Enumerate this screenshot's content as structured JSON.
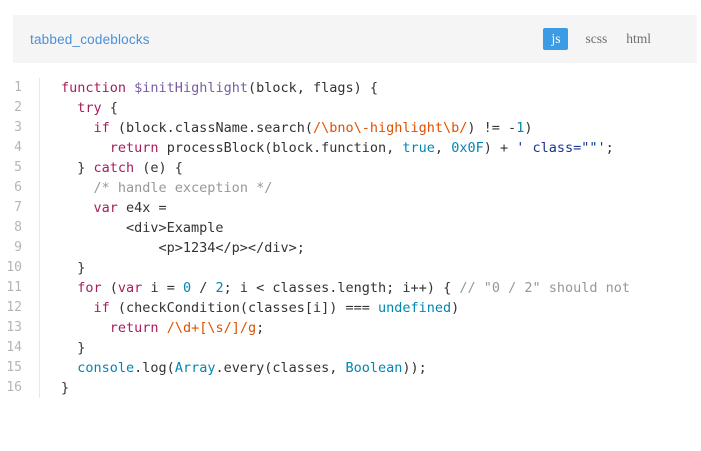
{
  "header": {
    "title": "tabbed_codeblocks",
    "tabs": [
      {
        "label": "js",
        "active": true
      },
      {
        "label": "scss",
        "active": false
      },
      {
        "label": "html",
        "active": false
      }
    ]
  },
  "colors": {
    "header_bg": "#f5f5f5",
    "title_text": "#4a90d9",
    "tab_active_bg": "#3b9ce5",
    "tab_active_text": "#ffffff",
    "tab_inactive_text": "#6e6e6e",
    "line_number": "#b5b5b5",
    "gutter_border": "#e8e8e8",
    "default_text": "#333333",
    "keyword": "#a71d5d",
    "function_title": "#795da3",
    "string": "#183691",
    "regexp": "#df5000",
    "number": "#0086b3",
    "comment": "#969896",
    "background": "#ffffff"
  },
  "code": {
    "language": "js",
    "lines": [
      {
        "n": 1,
        "tokens": [
          {
            "c": "kw",
            "t": "function"
          },
          {
            "c": "pl",
            "t": " "
          },
          {
            "c": "fn",
            "t": "$initHighlight"
          },
          {
            "c": "pl",
            "t": "(block, flags) {"
          }
        ]
      },
      {
        "n": 2,
        "tokens": [
          {
            "c": "pl",
            "t": "  "
          },
          {
            "c": "kw",
            "t": "try"
          },
          {
            "c": "pl",
            "t": " {"
          }
        ]
      },
      {
        "n": 3,
        "tokens": [
          {
            "c": "pl",
            "t": "    "
          },
          {
            "c": "kw",
            "t": "if"
          },
          {
            "c": "pl",
            "t": " (block.className.search("
          },
          {
            "c": "re",
            "t": "/\\bno\\-highlight\\b/"
          },
          {
            "c": "pl",
            "t": ") != -"
          },
          {
            "c": "num",
            "t": "1"
          },
          {
            "c": "pl",
            "t": ")"
          }
        ]
      },
      {
        "n": 4,
        "tokens": [
          {
            "c": "pl",
            "t": "      "
          },
          {
            "c": "kw",
            "t": "return"
          },
          {
            "c": "pl",
            "t": " processBlock(block.function, "
          },
          {
            "c": "lit",
            "t": "true"
          },
          {
            "c": "pl",
            "t": ", "
          },
          {
            "c": "num",
            "t": "0x0F"
          },
          {
            "c": "pl",
            "t": ") + "
          },
          {
            "c": "str",
            "t": "' class=\"\"'"
          },
          {
            "c": "pl",
            "t": ";"
          }
        ]
      },
      {
        "n": 5,
        "tokens": [
          {
            "c": "pl",
            "t": "  } "
          },
          {
            "c": "kw",
            "t": "catch"
          },
          {
            "c": "pl",
            "t": " (e) {"
          }
        ]
      },
      {
        "n": 6,
        "tokens": [
          {
            "c": "pl",
            "t": "    "
          },
          {
            "c": "cm",
            "t": "/* handle exception */"
          }
        ]
      },
      {
        "n": 7,
        "tokens": [
          {
            "c": "pl",
            "t": "    "
          },
          {
            "c": "kw",
            "t": "var"
          },
          {
            "c": "pl",
            "t": " e4x ="
          }
        ]
      },
      {
        "n": 8,
        "tokens": [
          {
            "c": "pl",
            "t": "        <div>Example"
          }
        ]
      },
      {
        "n": 9,
        "tokens": [
          {
            "c": "pl",
            "t": "            <p>1234</p></div>;"
          }
        ]
      },
      {
        "n": 10,
        "tokens": [
          {
            "c": "pl",
            "t": "  }"
          }
        ]
      },
      {
        "n": 11,
        "tokens": [
          {
            "c": "pl",
            "t": "  "
          },
          {
            "c": "kw",
            "t": "for"
          },
          {
            "c": "pl",
            "t": " ("
          },
          {
            "c": "kw",
            "t": "var"
          },
          {
            "c": "pl",
            "t": " i = "
          },
          {
            "c": "num",
            "t": "0"
          },
          {
            "c": "pl",
            "t": " / "
          },
          {
            "c": "num",
            "t": "2"
          },
          {
            "c": "pl",
            "t": "; i < classes.length; i++) { "
          },
          {
            "c": "cm",
            "t": "// \"0 / 2\" should not"
          }
        ]
      },
      {
        "n": 12,
        "tokens": [
          {
            "c": "pl",
            "t": "    "
          },
          {
            "c": "kw",
            "t": "if"
          },
          {
            "c": "pl",
            "t": " (checkCondition(classes[i]) === "
          },
          {
            "c": "lit",
            "t": "undefined"
          },
          {
            "c": "pl",
            "t": ")"
          }
        ]
      },
      {
        "n": 13,
        "tokens": [
          {
            "c": "pl",
            "t": "      "
          },
          {
            "c": "kw",
            "t": "return"
          },
          {
            "c": "pl",
            "t": " "
          },
          {
            "c": "re",
            "t": "/\\d+[\\s/]/g"
          },
          {
            "c": "pl",
            "t": ";"
          }
        ]
      },
      {
        "n": 14,
        "tokens": [
          {
            "c": "pl",
            "t": "  }"
          }
        ]
      },
      {
        "n": 15,
        "tokens": [
          {
            "c": "pl",
            "t": "  "
          },
          {
            "c": "bi",
            "t": "console"
          },
          {
            "c": "pl",
            "t": ".log("
          },
          {
            "c": "bi",
            "t": "Array"
          },
          {
            "c": "pl",
            "t": ".every(classes, "
          },
          {
            "c": "bi",
            "t": "Boolean"
          },
          {
            "c": "pl",
            "t": "));"
          }
        ]
      },
      {
        "n": 16,
        "tokens": [
          {
            "c": "pl",
            "t": "}"
          }
        ]
      }
    ]
  }
}
